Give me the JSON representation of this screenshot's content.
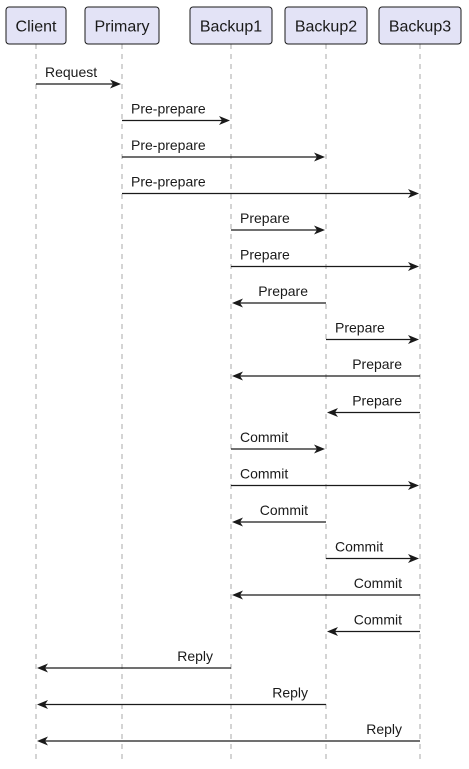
{
  "colors": {
    "participant_fill": "#e3e3f6",
    "participant_stroke": "#1a1a1a",
    "lifeline": "#a8a8a8",
    "arrow": "#1a1a1a"
  },
  "participants": [
    {
      "id": "client",
      "label": "Client"
    },
    {
      "id": "primary",
      "label": "Primary"
    },
    {
      "id": "backup1",
      "label": "Backup1"
    },
    {
      "id": "backup2",
      "label": "Backup2"
    },
    {
      "id": "backup3",
      "label": "Backup3"
    }
  ],
  "messages": [
    {
      "from": "client",
      "to": "primary",
      "label": "Request"
    },
    {
      "from": "primary",
      "to": "backup1",
      "label": "Pre-prepare"
    },
    {
      "from": "primary",
      "to": "backup2",
      "label": "Pre-prepare"
    },
    {
      "from": "primary",
      "to": "backup3",
      "label": "Pre-prepare"
    },
    {
      "from": "backup1",
      "to": "backup2",
      "label": "Prepare"
    },
    {
      "from": "backup1",
      "to": "backup3",
      "label": "Prepare"
    },
    {
      "from": "backup2",
      "to": "backup1",
      "label": "Prepare"
    },
    {
      "from": "backup2",
      "to": "backup3",
      "label": "Prepare"
    },
    {
      "from": "backup3",
      "to": "backup1",
      "label": "Prepare"
    },
    {
      "from": "backup3",
      "to": "backup2",
      "label": "Prepare"
    },
    {
      "from": "backup1",
      "to": "backup2",
      "label": "Commit"
    },
    {
      "from": "backup1",
      "to": "backup3",
      "label": "Commit"
    },
    {
      "from": "backup2",
      "to": "backup1",
      "label": "Commit"
    },
    {
      "from": "backup2",
      "to": "backup3",
      "label": "Commit"
    },
    {
      "from": "backup3",
      "to": "backup1",
      "label": "Commit"
    },
    {
      "from": "backup3",
      "to": "backup2",
      "label": "Commit"
    },
    {
      "from": "backup1",
      "to": "client",
      "label": "Reply"
    },
    {
      "from": "backup2",
      "to": "client",
      "label": "Reply"
    },
    {
      "from": "backup3",
      "to": "client",
      "label": "Reply"
    }
  ]
}
